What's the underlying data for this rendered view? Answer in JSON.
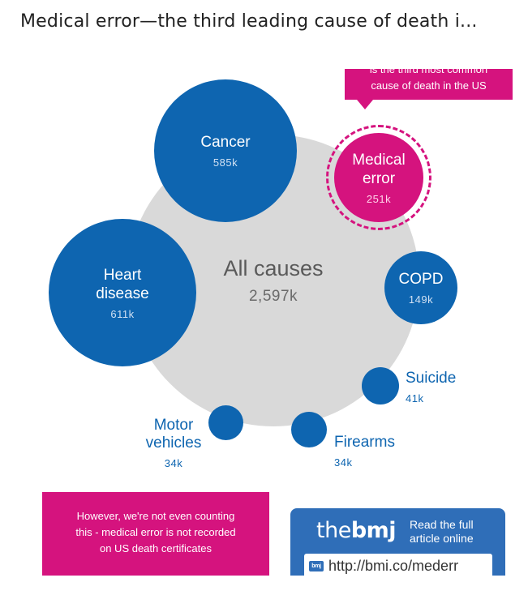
{
  "headline": "Medical error—the third leading cause of death i...",
  "callout": {
    "top_cut_text": "is the third most common",
    "text": "cause of death in the US"
  },
  "nodes": {
    "all_causes": {
      "name": "All causes",
      "value": "2,597k"
    },
    "cancer": {
      "name": "Cancer",
      "value": "585k"
    },
    "heart_disease": {
      "name_line1": "Heart",
      "name_line2": "disease",
      "value": "611k"
    },
    "medical_error": {
      "name_line1": "Medical",
      "name_line2": "error",
      "value": "251k"
    },
    "copd": {
      "name": "COPD",
      "value": "149k"
    },
    "suicide": {
      "name": "Suicide",
      "value": "41k"
    },
    "motor_vehicles": {
      "name_line1": "Motor",
      "name_line2": "vehicles",
      "value": "34k"
    },
    "firearms": {
      "name": "Firearms",
      "value": "34k"
    }
  },
  "note": {
    "line1": "However, we're not even counting",
    "line2": "this - medical error is not recorded",
    "line3": "on US death certificates"
  },
  "bmj": {
    "logo_light": "the",
    "logo_bold": "bmj",
    "read_line1": "Read the full",
    "read_line2": "article online",
    "icon_text": "bmj",
    "url": "http://bmi.co/mederr"
  },
  "colors": {
    "blue": "#0e65b0",
    "pink": "#d5137e",
    "gray": "#d9d9d9",
    "bmj_blue": "#2f6eb8"
  }
}
